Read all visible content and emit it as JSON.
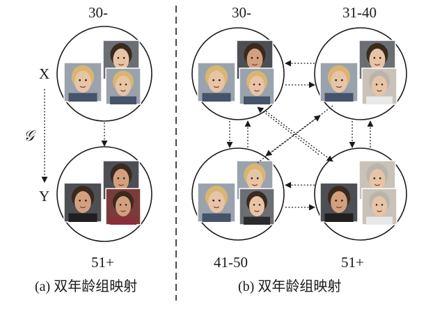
{
  "panel_a": {
    "top_group": "30-",
    "bottom_group": "51+",
    "domain_x": "X",
    "domain_y": "Y",
    "mapping": "𝒢",
    "caption": "(a) 双年龄组映射"
  },
  "panel_b": {
    "groups": [
      "30-",
      "31-40",
      "41-50",
      "51+"
    ],
    "caption": "(b) 双年龄组映射"
  },
  "colors": {
    "line": "#1a1a1a",
    "skin_light": "#e8c4a6",
    "skin_mid": "#d2a07e",
    "hair_dark": "#3a2a1e",
    "hair_blond": "#d9b670",
    "hair_gray": "#b9b4ad"
  }
}
